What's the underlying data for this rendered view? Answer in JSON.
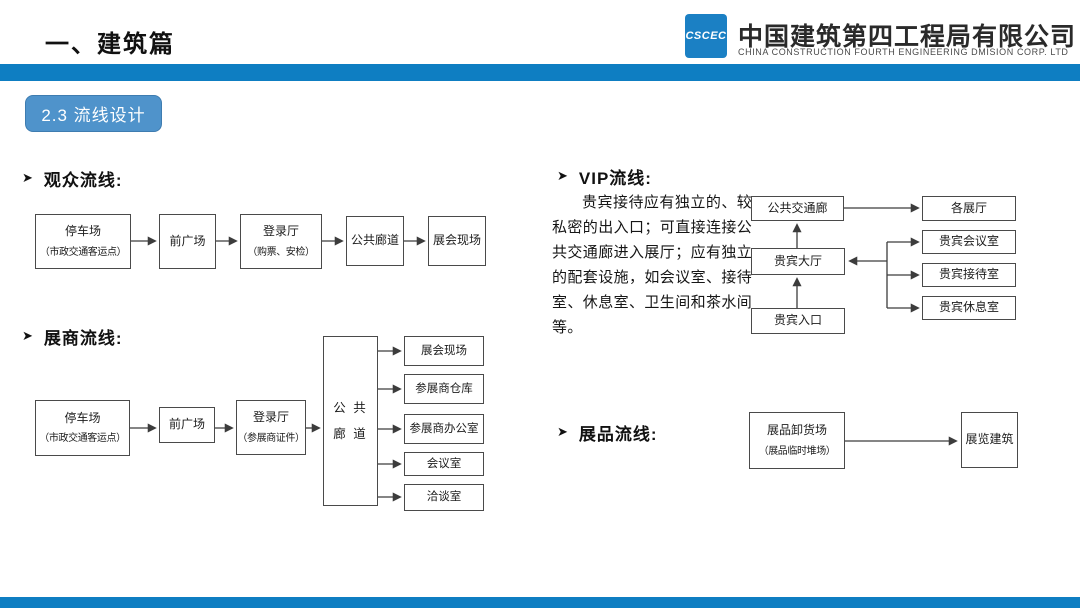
{
  "header": {
    "title": "一、建筑篇",
    "logo_text": "CSCEC",
    "company_cn": "中国建筑第四工程局有限公司",
    "company_en": "CHINA CONSTRUCTION FOURTH ENGINEERING DMISION CORP. LTD"
  },
  "badge": {
    "label": "2.3 流线设计"
  },
  "colors": {
    "accent_blue": "#0e7ec2",
    "badge_blue": "#4f93cb"
  },
  "sections": {
    "audience": {
      "bullet": "➤",
      "heading": "观众流线:",
      "nodes": [
        {
          "title": "停车场",
          "sub": "（市政交通客运点）"
        },
        {
          "title": "前广场"
        },
        {
          "title": "登录厅",
          "sub": "（购票、安检）"
        },
        {
          "title": "公共廊道"
        },
        {
          "title": "展会现场"
        }
      ]
    },
    "exhibitor": {
      "bullet": "➤",
      "heading": "展商流线:",
      "nodes": [
        {
          "title": "停车场",
          "sub": "（市政交通客运点）"
        },
        {
          "title": "前广场"
        },
        {
          "title": "登录厅",
          "sub": "（参展商证件）"
        }
      ],
      "corridor": [
        "公 共",
        "廊 道"
      ],
      "branches": [
        "展会现场",
        "参展商仓库",
        "参展商办公室",
        "会议室",
        "洽谈室"
      ]
    },
    "vip": {
      "bullet": "➤",
      "heading": "VIP流线:",
      "paragraph": "贵宾接待应有独立的、较私密的出入口；可直接连接公共交通廊进入展厅；应有独立的配套设施，如会议室、接待室、休息室、卫生间和茶水间等。",
      "nodes": {
        "corridor": "公共交通廊",
        "halls": "各展厅",
        "hall": "贵宾大厅",
        "meeting": "贵宾会议室",
        "reception": "贵宾接待室",
        "lounge": "贵宾休息室",
        "entrance": "贵宾入口"
      }
    },
    "exhibits": {
      "bullet": "➤",
      "heading": "展品流线:",
      "nodes": [
        {
          "title": "展品卸货场",
          "sub": "（展品临时堆场）"
        },
        {
          "title": "展览建筑"
        }
      ]
    }
  }
}
